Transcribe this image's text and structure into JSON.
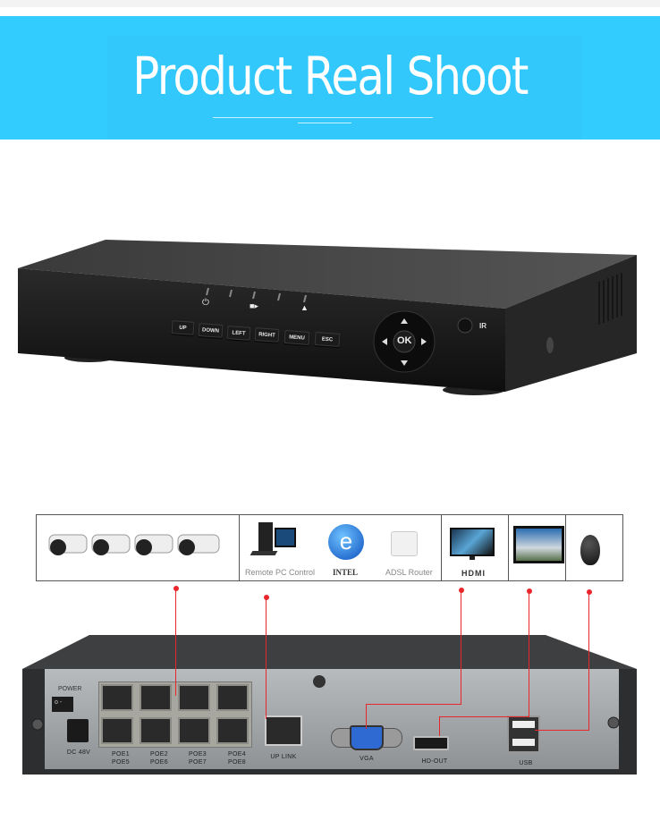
{
  "banner": {
    "title": "Product Real Shoot",
    "color": "#33ccff"
  },
  "front_panel": {
    "buttons": [
      "UP",
      "DOWN",
      "LEFT",
      "RIGHT",
      "MENU",
      "ESC"
    ],
    "ok_label": "OK",
    "ir_label": "IR",
    "indicator_icons": [
      "power-icon",
      "record-icon",
      "network-icon"
    ]
  },
  "accessories": {
    "remote_pc": "Remote PC Control",
    "intel": "INTEL",
    "adsl": "ADSL Router",
    "hdmi": "HDMI"
  },
  "rear_panel": {
    "power": "POWER",
    "dc": "DC 48V",
    "poe": [
      [
        "POE1",
        "POE5"
      ],
      [
        "POE2",
        "POE6"
      ],
      [
        "POE3",
        "POE7"
      ],
      [
        "POE4",
        "POE8"
      ]
    ],
    "uplink": "UP LINK",
    "vga": "VGA",
    "hdout": "HD-OUT",
    "usb": "USB"
  },
  "accent_red": "#e8262b"
}
